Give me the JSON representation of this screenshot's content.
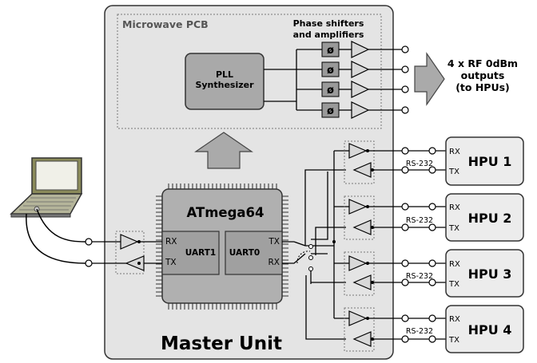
{
  "pcb": {
    "title": "Microwave PCB",
    "phase_label_1": "Phase shifters",
    "phase_label_2": "and amplifiers"
  },
  "pll": {
    "line1": "PLL",
    "line2": "Synthesizer"
  },
  "rf_out": {
    "line1": "4 x RF 0dBm",
    "line2": "outputs",
    "line3": "(to HPUs)"
  },
  "mcu": {
    "name": "ATmega64",
    "uart1": "UART1",
    "uart0": "UART0",
    "rx": "RX",
    "tx": "TX"
  },
  "master": {
    "title": "Master Unit"
  },
  "serial": {
    "label": "RS-232",
    "rx": "RX",
    "tx": "TX"
  },
  "hpus": [
    {
      "label": "HPU 1"
    },
    {
      "label": "HPU 2"
    },
    {
      "label": "HPU 3"
    },
    {
      "label": "HPU 4"
    }
  ],
  "colors": {
    "box_fill": "#e4e4e4",
    "block_fill": "#a9a9a9",
    "chip_fill": "#b0b0b0",
    "amp_fill": "#d8d8d8",
    "hpu_fill": "#ececec"
  }
}
